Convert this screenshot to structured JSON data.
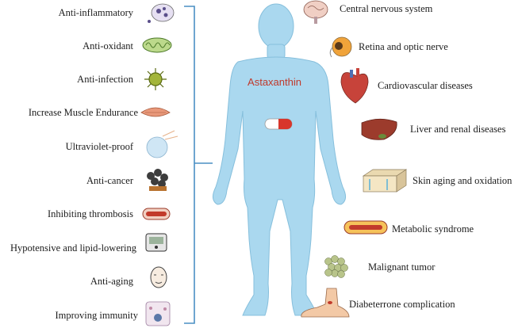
{
  "center_label": "Astaxanthin",
  "left_effects": [
    {
      "label": "Anti-inflammatory",
      "icon": "cell-icon"
    },
    {
      "label": "Anti-oxidant",
      "icon": "mitochondria-icon"
    },
    {
      "label": "Anti-infection",
      "icon": "virus-icon"
    },
    {
      "label": "Increase Muscle Endurance",
      "icon": "muscle-icon"
    },
    {
      "label": "Ultraviolet-proof",
      "icon": "uv-ball-icon"
    },
    {
      "label": "Anti-cancer",
      "icon": "tumor-cluster-icon"
    },
    {
      "label": "Inhibiting thrombosis",
      "icon": "blood-vessel-icon"
    },
    {
      "label": "Hypotensive and lipid-lowering",
      "icon": "blood-pressure-monitor-icon"
    },
    {
      "label": "Anti-aging",
      "icon": "elderly-face-icon"
    },
    {
      "label": "Improving immunity",
      "icon": "immune-cell-icon"
    }
  ],
  "right_targets": [
    {
      "label": "Central nervous system",
      "icon": "brain-icon"
    },
    {
      "label": "Retina and optic nerve",
      "icon": "eye-icon"
    },
    {
      "label": "Cardiovascular diseases",
      "icon": "heart-icon"
    },
    {
      "label": "Liver and renal diseases",
      "icon": "liver-icon"
    },
    {
      "label": "Skin aging and oxidation",
      "icon": "skin-layer-icon"
    },
    {
      "label": "Metabolic syndrome",
      "icon": "artery-plaque-icon"
    },
    {
      "label": "Malignant tumor",
      "icon": "tumor-icon"
    },
    {
      "label": "Diabeterrone complication",
      "icon": "foot-icon"
    }
  ],
  "colors": {
    "body": "#aad8ef",
    "body_outline": "#86bfdc",
    "bracket": "#4a8fc4",
    "center_text": "#c0392b",
    "capsule_red": "#d8362c"
  }
}
